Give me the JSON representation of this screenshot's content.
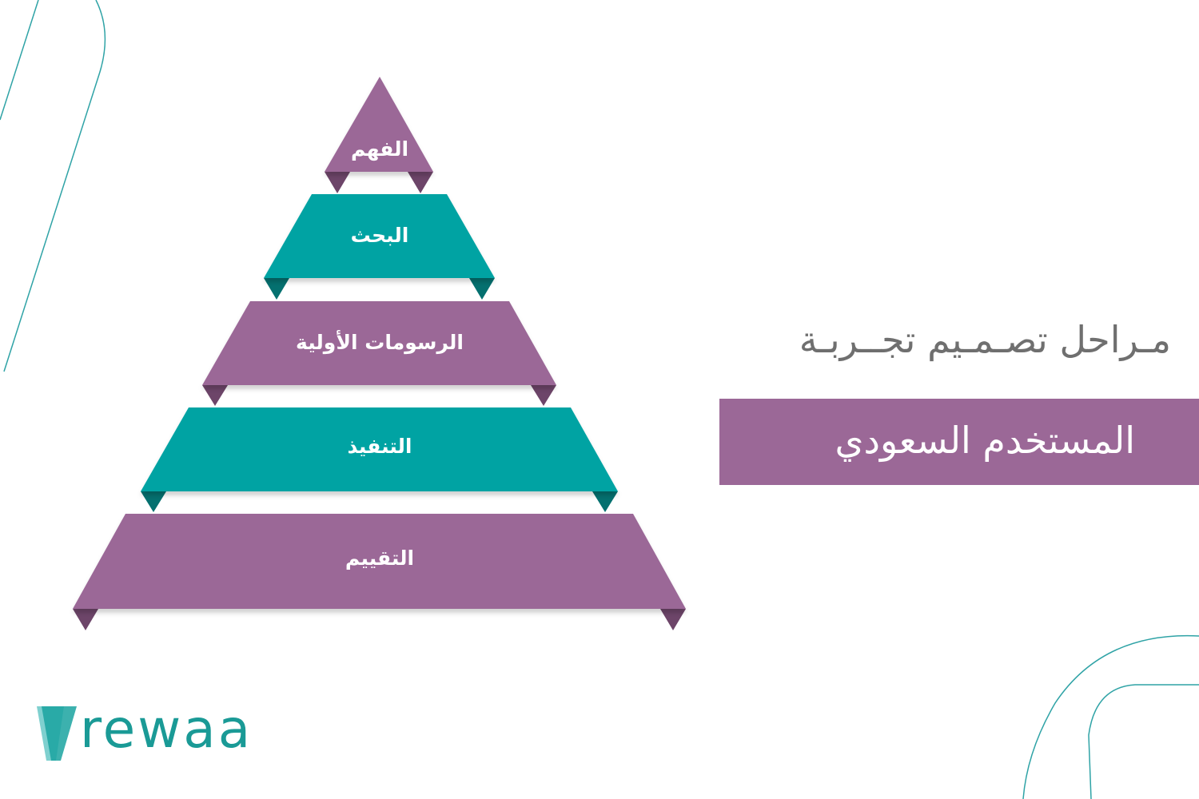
{
  "diagram": {
    "stages": [
      {
        "label": "الفهم",
        "color": "#9b6897",
        "fold_color": "#6d4569"
      },
      {
        "label": "البحث",
        "color": "#02a3a3",
        "fold_color": "#04706f"
      },
      {
        "label": "الرسومات الأولية",
        "color": "#9b6897",
        "fold_color": "#6d4569"
      },
      {
        "label": "التنفيذ",
        "color": "#02a3a3",
        "fold_color": "#04706f"
      },
      {
        "label": "التقييم",
        "color": "#9b6897",
        "fold_color": "#6d4569"
      }
    ]
  },
  "title": {
    "line1": "مـراحل تصـمـيم تجــربـة",
    "line2": "المستخدم السعودي",
    "line1_color": "#6f6f6f",
    "box_color": "#9b6897"
  },
  "brand": {
    "word": "rewaa",
    "color": "#1a9a96",
    "icon": "rewaa-logo-icon"
  },
  "decor": {
    "line_color": "#2fa3a6"
  }
}
